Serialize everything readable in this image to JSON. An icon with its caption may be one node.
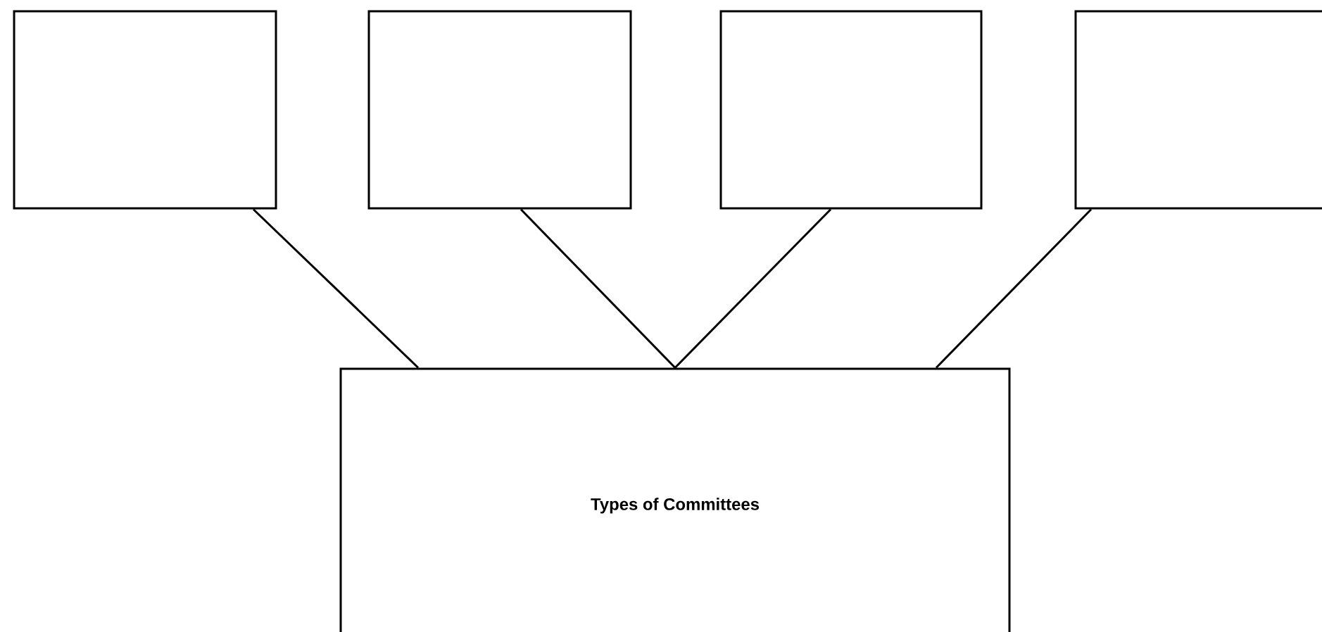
{
  "diagram": {
    "nodes": [
      {
        "text": [],
        "shape": "box"
      },
      {
        "text": [],
        "shape": "box"
      },
      {
        "text": [],
        "shape": "box"
      },
      {
        "text": [],
        "shape": "box"
      },
      {
        "text": [
          "Types of Committees"
        ]
      }
    ],
    "edges": [
      {
        "from": 4,
        "to": 0,
        "arrow": "none"
      },
      {
        "from": 4,
        "to": 1,
        "arrow": "none"
      },
      {
        "from": 4,
        "to": 2,
        "arrow": "none"
      },
      {
        "from": 4,
        "to": 3,
        "arrow": "none"
      }
    ]
  }
}
